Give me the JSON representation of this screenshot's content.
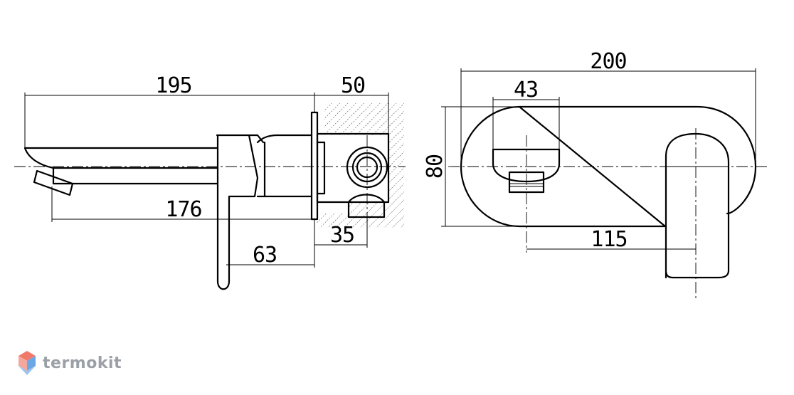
{
  "dimensions": {
    "spout_length": "195",
    "body_depth": "50",
    "outlet_projection": "176",
    "mount_offset": "35",
    "handle_offset": "63",
    "plate_width": "200",
    "outlet_distance": "43",
    "plate_height": "80",
    "center_distance": "115"
  },
  "brand": {
    "name": "termokit"
  },
  "colors": {
    "line": "#000000",
    "logo_text": "#9aa0a6",
    "logo_red": "#f07a6a",
    "logo_blue": "#6aa7e6"
  }
}
